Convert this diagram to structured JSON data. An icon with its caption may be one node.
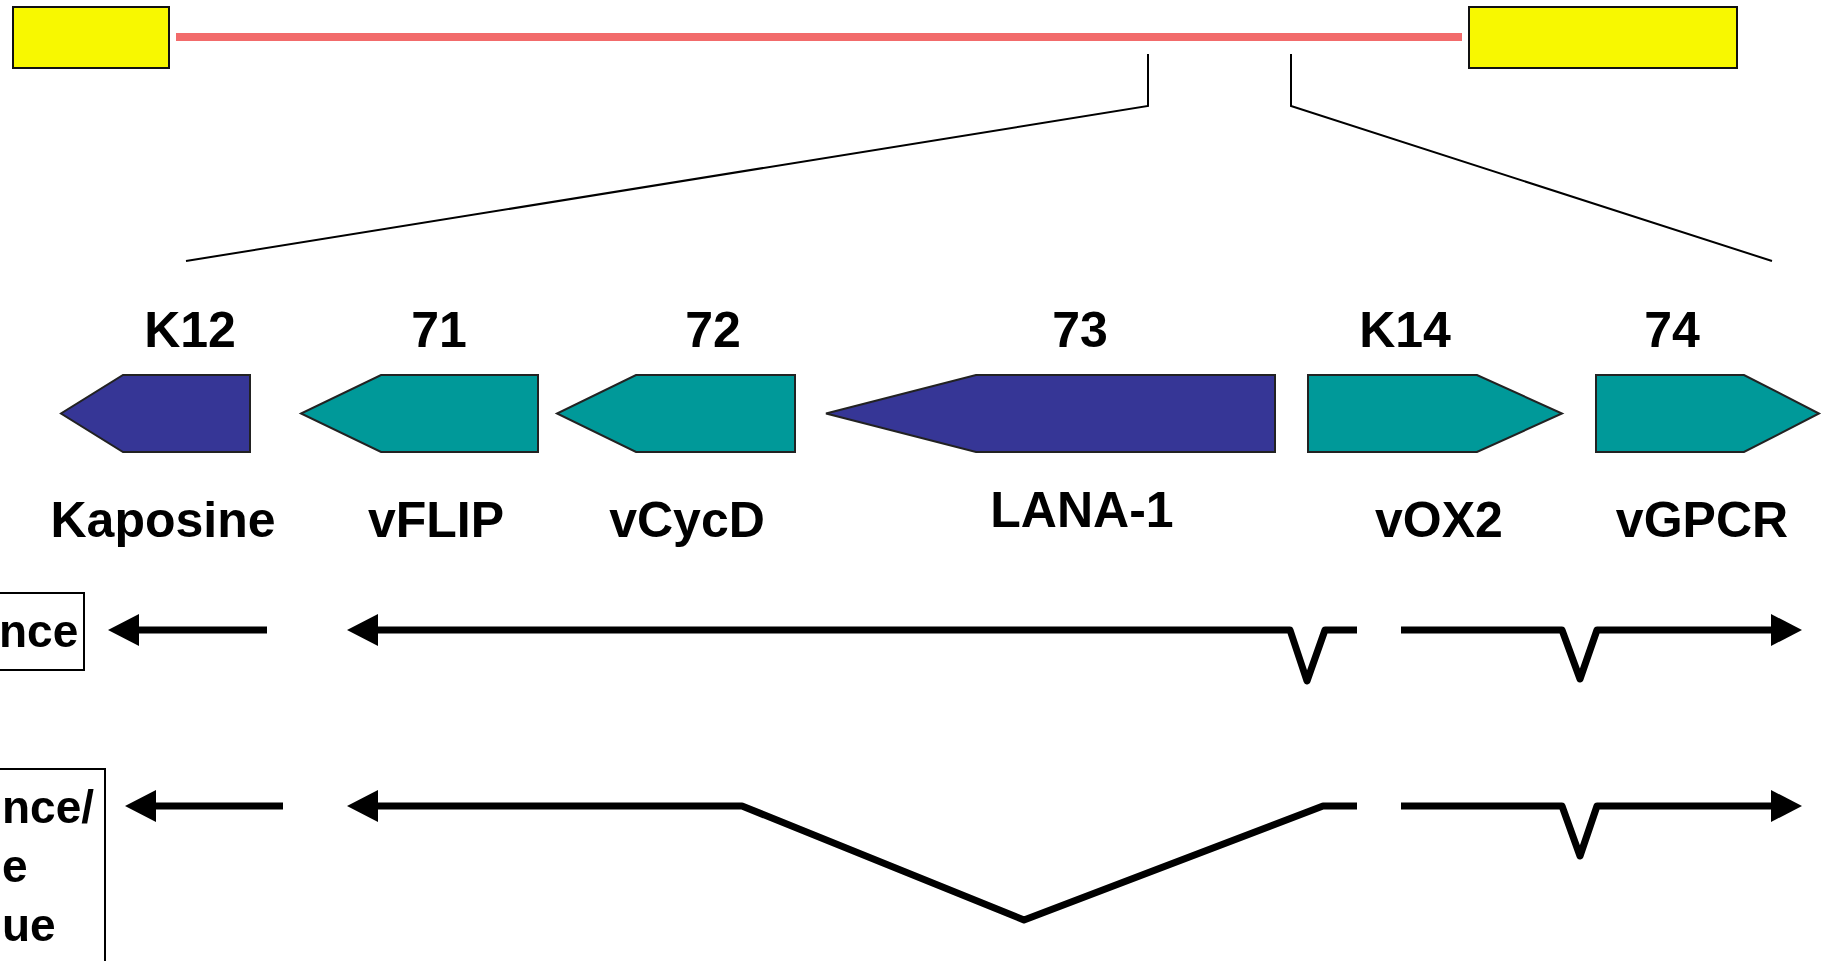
{
  "diagram": {
    "nodes": [
      {
        "text": [],
        "shape": "box"
      },
      {
        "text": [],
        "shape": "box"
      },
      {
        "text": [
          "K12",
          "Kaposine"
        ]
      },
      {
        "text": [
          "71",
          "vFLIP"
        ]
      },
      {
        "text": [
          "72",
          "vCycD"
        ]
      },
      {
        "text": [
          "73",
          "LANA-1"
        ]
      },
      {
        "text": [
          "K14",
          "vOX2"
        ]
      },
      {
        "text": [
          "74",
          "vGPCR"
        ]
      },
      {
        "text": [
          "nce"
        ]
      },
      {
        "text": [
          "nce/ e ue"
        ]
      }
    ],
    "edges": [
      {
        "from": 0,
        "to": 1,
        "arrow": "none",
        "color": "#f26b6b"
      }
    ]
  }
}
